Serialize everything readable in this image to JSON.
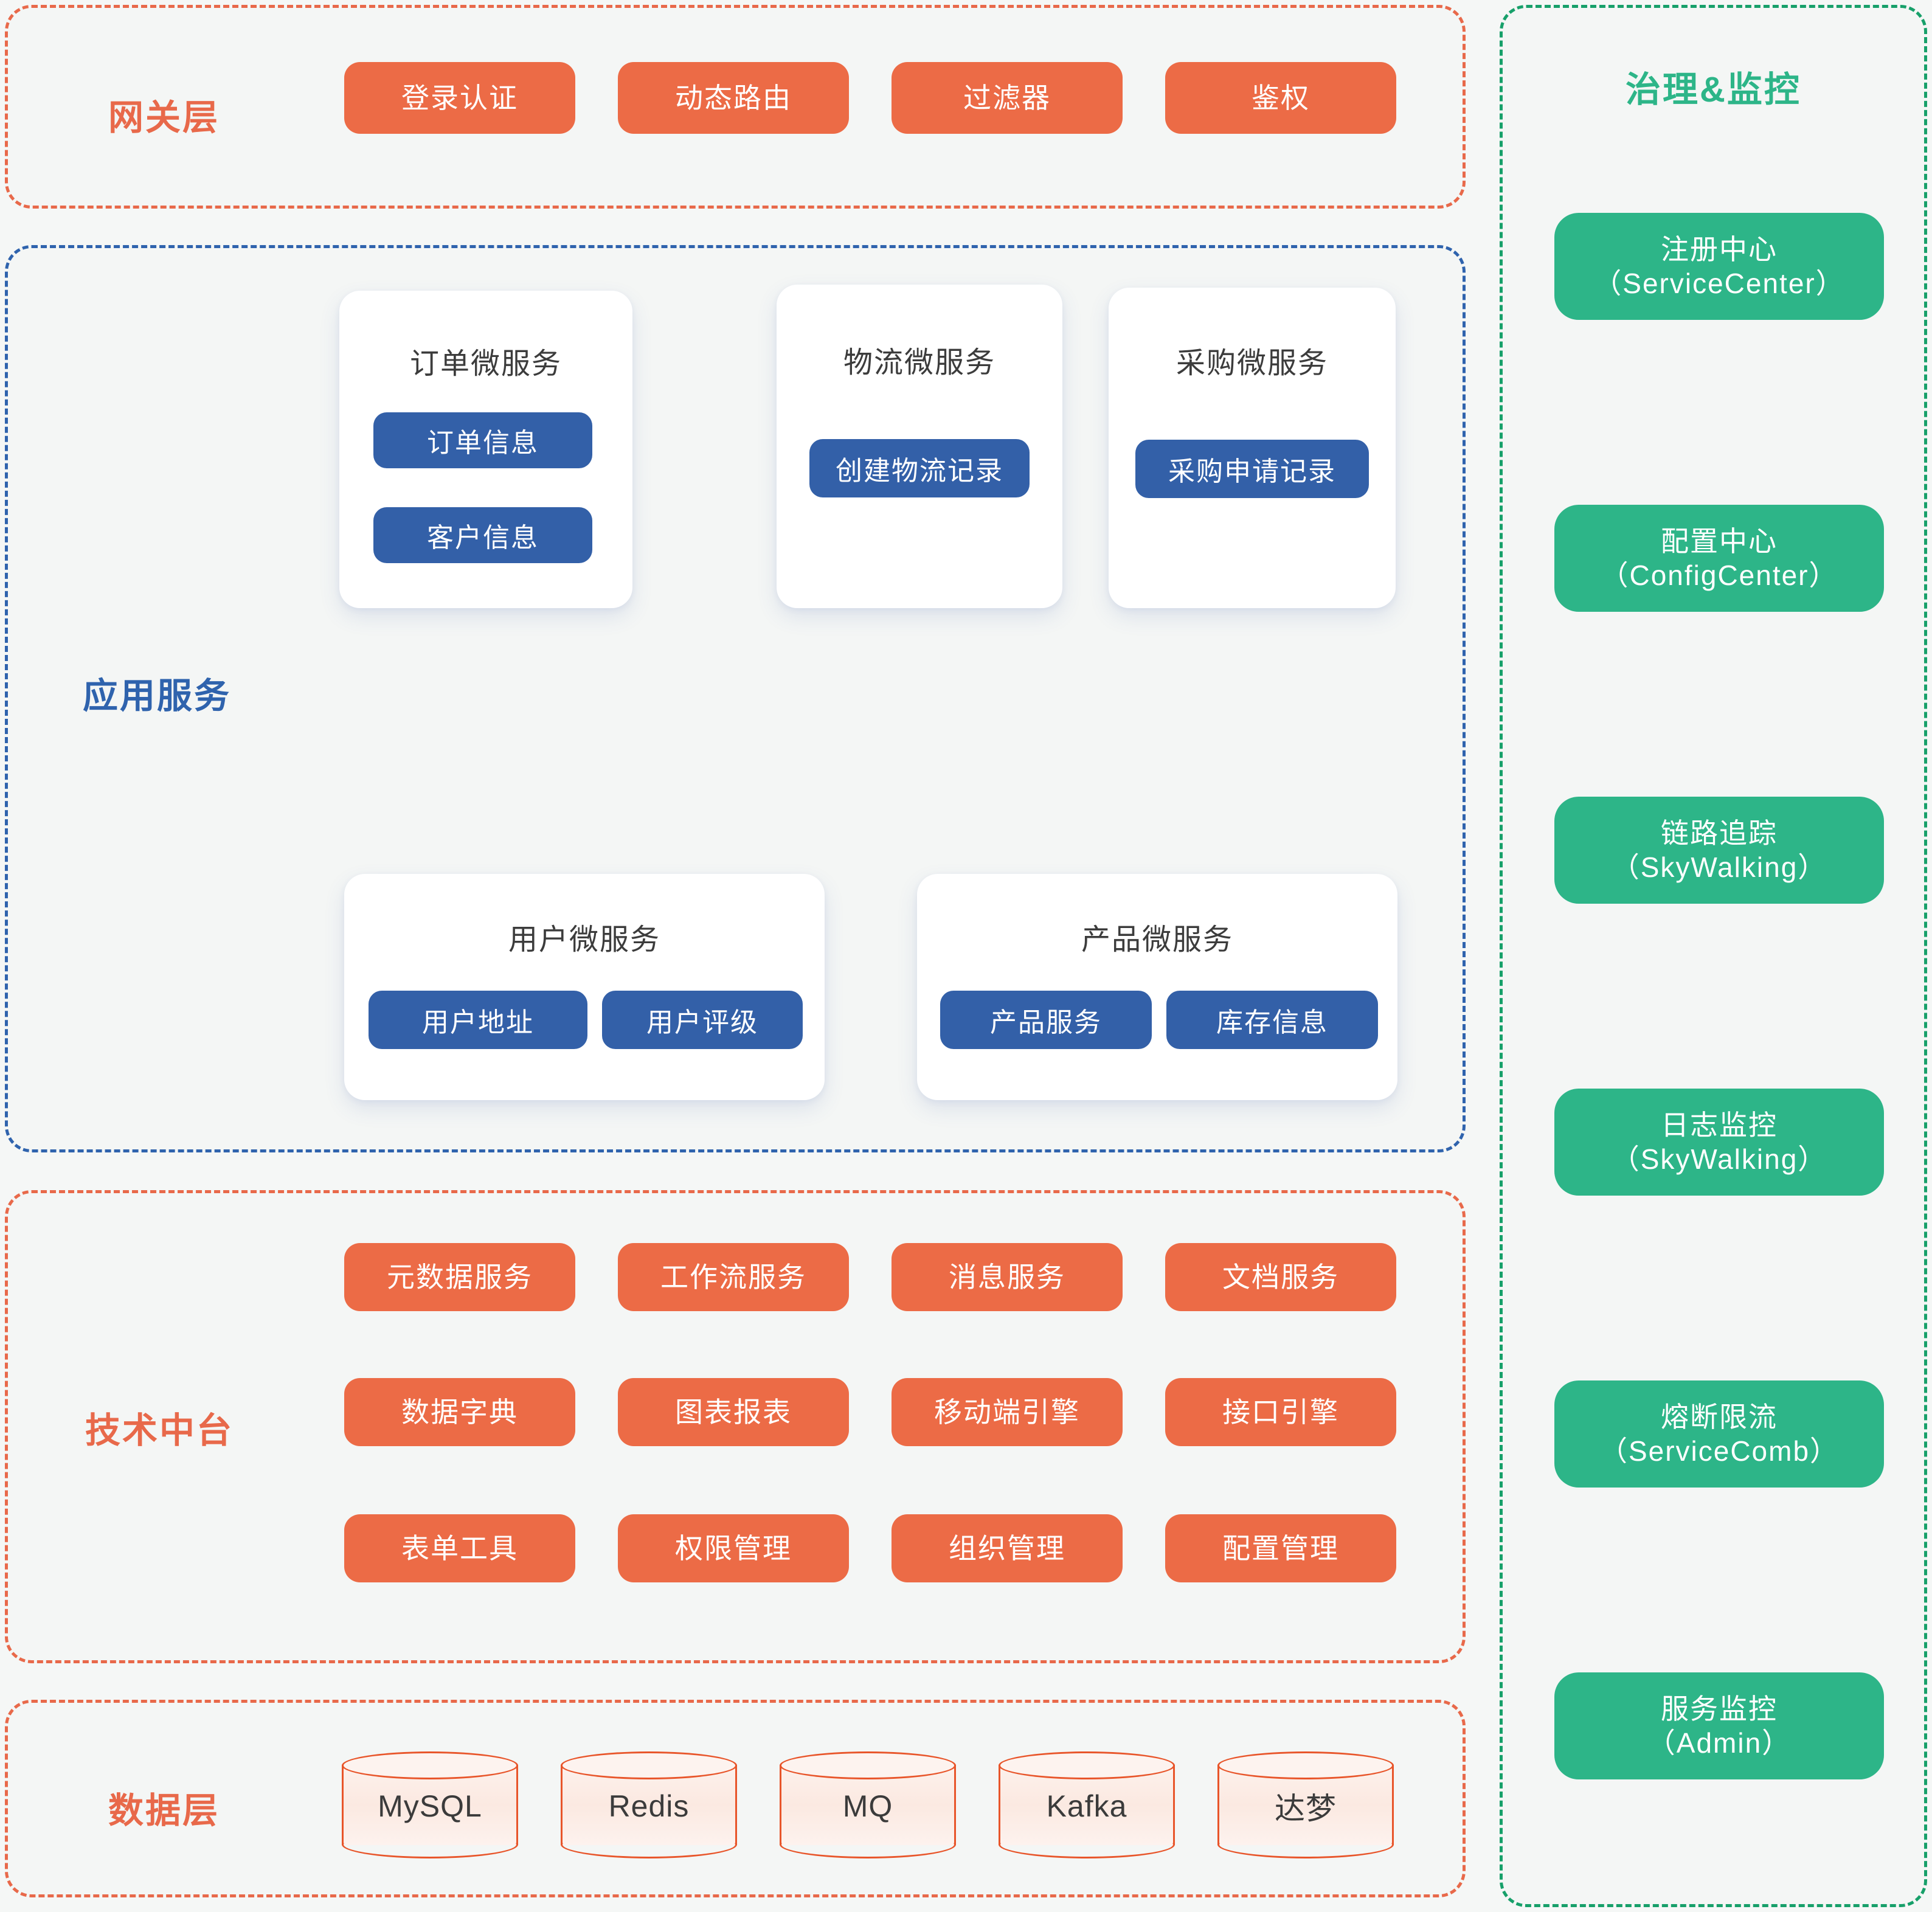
{
  "layers": {
    "gateway": {
      "title": "网关层",
      "items": [
        "登录认证",
        "动态路由",
        "过滤器",
        "鉴权"
      ]
    },
    "application": {
      "title": "应用服务",
      "cards": [
        {
          "title": "订单微服务",
          "items": [
            "订单信息",
            "客户信息"
          ]
        },
        {
          "title": "物流微服务",
          "items": [
            "创建物流记录"
          ]
        },
        {
          "title": "采购微服务",
          "items": [
            "采购申请记录"
          ]
        },
        {
          "title": "用户微服务",
          "items": [
            "用户地址",
            "用户评级"
          ]
        },
        {
          "title": "产品微服务",
          "items": [
            "产品服务",
            "库存信息"
          ]
        }
      ]
    },
    "tech": {
      "title": "技术中台",
      "items": [
        "元数据服务",
        "工作流服务",
        "消息服务",
        "文档服务",
        "数据字典",
        "图表报表",
        "移动端引擎",
        "接口引擎",
        "表单工具",
        "权限管理",
        "组织管理",
        "配置管理"
      ]
    },
    "data": {
      "title": "数据层",
      "stores": [
        "MySQL",
        "Redis",
        "MQ",
        "Kafka",
        "达梦"
      ]
    },
    "governance": {
      "title": "治理&监控",
      "items": [
        {
          "name": "注册中心",
          "tech": "（ServiceCenter）"
        },
        {
          "name": "配置中心",
          "tech": "（ConfigCenter）"
        },
        {
          "name": "链路追踪",
          "tech": "（SkyWalking）"
        },
        {
          "name": "日志监控",
          "tech": "（SkyWalking）"
        },
        {
          "name": "熔断限流",
          "tech": "（ServiceComb）"
        },
        {
          "name": "服务监控",
          "tech": "（Admin）"
        }
      ]
    }
  },
  "colors": {
    "orange": "#ec6b46",
    "orange_border": "#e8694a",
    "blue": "#3360a8",
    "blue_border": "#2f63ad",
    "green": "#2db588",
    "green_border": "#17a06a",
    "background": "#f5f7f6",
    "card": "#ffffff",
    "connector": "#4a6fc0"
  },
  "connections": [
    {
      "from": "订单信息",
      "to": "创建物流记录",
      "style": "dashed-arrow"
    },
    {
      "from": "订单微服务",
      "to": "用户微服务",
      "style": "dashed-arrow"
    },
    {
      "from": "订单微服务",
      "to": "产品微服务",
      "style": "dashed-arrow"
    },
    {
      "from": "产品微服务",
      "to": "采购微服务",
      "style": "dashed-arrow"
    }
  ]
}
